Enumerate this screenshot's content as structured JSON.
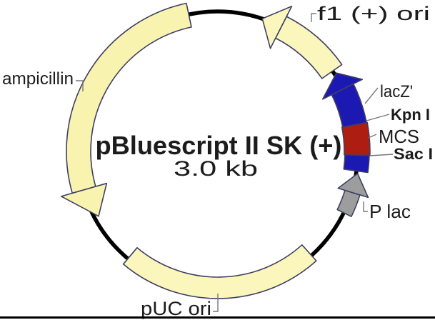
{
  "plasmid": {
    "name": "pBluescript II SK (+)",
    "size": "3.0 kb"
  },
  "features": [
    {
      "label": "f1 (+) ori",
      "kind": "arrow",
      "color": "#FAF6BC",
      "direction": "counterclockwise"
    },
    {
      "label": "lacZ'",
      "kind": "arrow",
      "color": "#1C19B3",
      "direction": "counterclockwise"
    },
    {
      "label": "MCS",
      "kind": "segment",
      "color": "#AE1D12"
    },
    {
      "label": "Kpn I",
      "kind": "restriction_site"
    },
    {
      "label": "Sac I",
      "kind": "restriction_site"
    },
    {
      "label": "P lac",
      "kind": "promoter_arrow",
      "color": "#9D9D9D",
      "direction": "counterclockwise"
    },
    {
      "label": "pUC ori",
      "kind": "band",
      "color": "#FAF6BC"
    },
    {
      "label": "ampicillin",
      "kind": "arrow",
      "color": "#F8F3AE",
      "direction": "counterclockwise"
    }
  ],
  "colors": {
    "backbone": "#000000",
    "outline": "#3F3F63",
    "leader": "#787878",
    "text": "#1C1C1C",
    "background": "#FFFFFF"
  }
}
